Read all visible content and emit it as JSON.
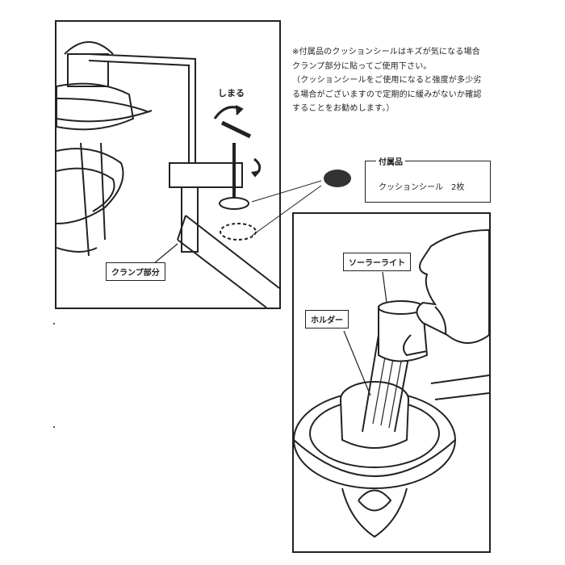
{
  "note": {
    "lines": [
      "※付属品のクッションシールはキズが気になる場合",
      "クランプ部分に貼ってご使用下さい。",
      "（クッションシールをご使用になると強度が多少劣",
      "る場合がございますので定期的に緩みがないか確認",
      "することをお勧めします。）"
    ]
  },
  "accessory": {
    "title": "付属品",
    "item": "クッションシール　2枚"
  },
  "labels": {
    "tighten": "しまる",
    "clamp": "クランプ部分",
    "solar_light": "ソーラーライト",
    "holder": "ホルダー"
  },
  "colors": {
    "line": "#222222",
    "fill_dark": "#333333",
    "fill_light": "#f2f2f2"
  }
}
